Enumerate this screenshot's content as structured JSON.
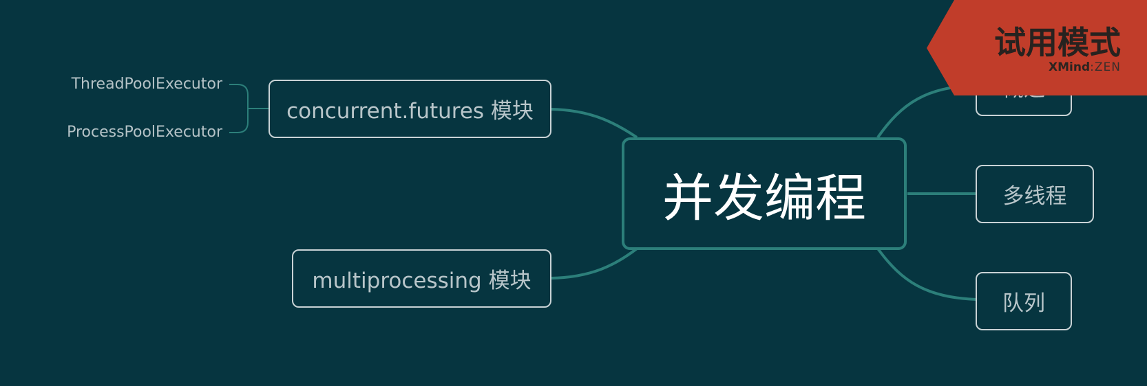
{
  "mindmap": {
    "central_topic": "并发编程",
    "right_topics": [
      "概述",
      "多线程",
      "队列"
    ],
    "left_topics": [
      {
        "label": "concurrent.futures 模块",
        "subtopics": [
          "ThreadPoolExecutor",
          "ProcessPoolExecutor"
        ]
      },
      {
        "label": "multiprocessing 模块",
        "subtopics": []
      }
    ]
  },
  "watermark": {
    "title": "试用模式",
    "brand_bold": "XMind",
    "brand_sep": ":",
    "brand_edition": "ZEN"
  },
  "colors": {
    "background": "#063540",
    "connector": "#2c7f7a",
    "badge": "#c13d2a"
  }
}
